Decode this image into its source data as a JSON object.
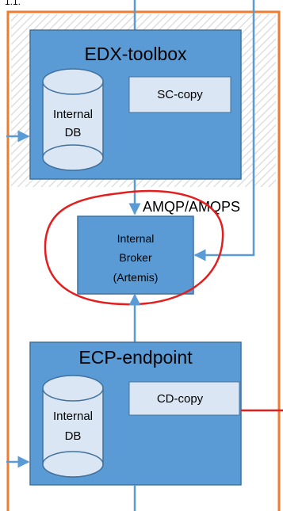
{
  "top_fragment": "1.1.",
  "edx": {
    "title": "EDX-toolbox",
    "db_line1": "Internal",
    "db_line2": "DB",
    "copy_label": "SC-copy"
  },
  "connection_label": "AMQP/AMQPS",
  "broker": {
    "line1": "Internal",
    "line2": "Broker",
    "line3": "(Artemis)"
  },
  "ecp": {
    "title": "ECP-endpoint",
    "db_line1": "Internal",
    "db_line2": "DB",
    "copy_label": "CD-copy"
  },
  "colors": {
    "container_border": "#ed7d31",
    "box_fill": "#5b9bd5",
    "box_stroke": "#41719c",
    "label_fill": "#dae6f3",
    "arrow": "#5b9bd5",
    "highlight_circle": "#e31e1e",
    "outgoing_link": "#e31e1e"
  }
}
